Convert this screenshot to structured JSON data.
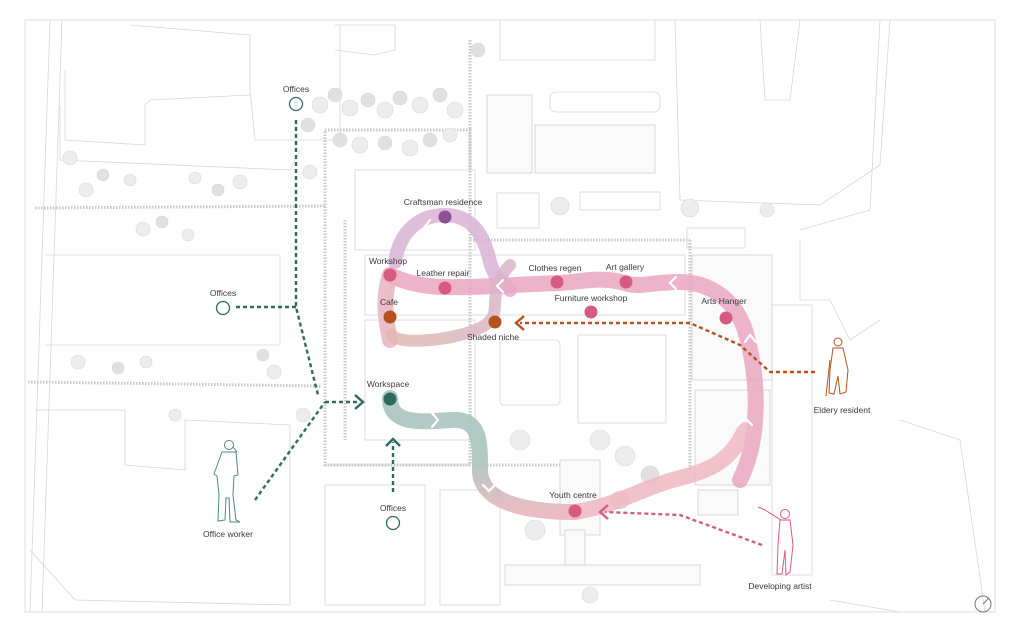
{
  "diagram": {
    "title": "User journey map",
    "colors": {
      "pink_route": "#e8a9bf",
      "pink_node": "#d65b82",
      "purple_node": "#8a4f96",
      "orange_node": "#b5531f",
      "green_node": "#2f6b5d",
      "green_route": "#a9c4bd",
      "office_dash": "#2f6b5d",
      "elderly_dash": "#b5531f",
      "artist_dash": "#d65b82",
      "purple_route": "#d4a9cf"
    },
    "nodes": [
      {
        "id": "craftsman-residence",
        "label": "Craftsman residence",
        "kind": "purple"
      },
      {
        "id": "workshop",
        "label": "Workshop",
        "kind": "pink"
      },
      {
        "id": "leather-repair",
        "label": "Leather repair",
        "kind": "pink"
      },
      {
        "id": "clothes-regen",
        "label": "Clothes regen",
        "kind": "pink"
      },
      {
        "id": "art-gallery",
        "label": "Art gallery",
        "kind": "pink"
      },
      {
        "id": "furniture-workshop",
        "label": "Furniture workshop",
        "kind": "pink"
      },
      {
        "id": "arts-hanger",
        "label": "Arts Hanger",
        "kind": "pink"
      },
      {
        "id": "cafe",
        "label": "Cafe",
        "kind": "orange"
      },
      {
        "id": "shaded-niche",
        "label": "Shaded niche",
        "kind": "orange"
      },
      {
        "id": "workspace",
        "label": "Workspace",
        "kind": "green"
      },
      {
        "id": "youth-centre",
        "label": "Youth centre",
        "kind": "pink"
      }
    ],
    "origins": [
      {
        "id": "offices-north",
        "label": "Offices"
      },
      {
        "id": "offices-west",
        "label": "Offices"
      },
      {
        "id": "offices-south",
        "label": "Offices"
      }
    ],
    "personas": [
      {
        "id": "office-worker",
        "label": "Office worker"
      },
      {
        "id": "elderly-resident",
        "label": "Eldery resident"
      },
      {
        "id": "developing-artist",
        "label": "Developing artist"
      }
    ],
    "north_arrow": "north-arrow-icon"
  }
}
